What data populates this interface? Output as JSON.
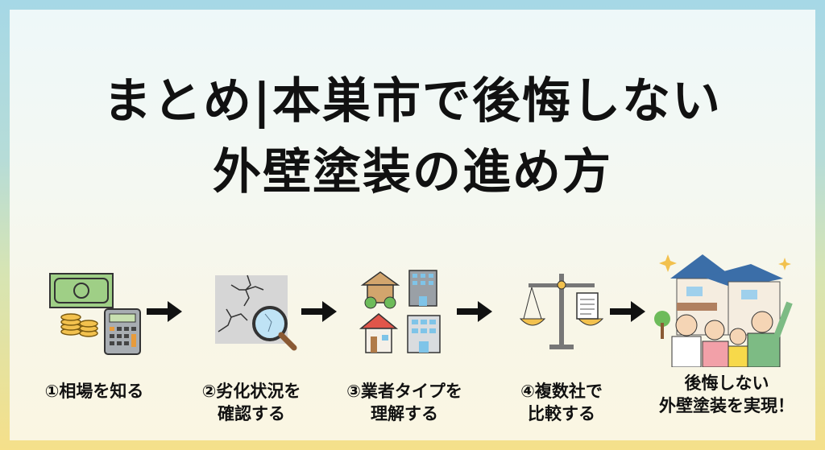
{
  "title": {
    "line1": "まとめ|本巣市で後悔しない",
    "line2": "外壁塗装の進め方"
  },
  "steps": [
    {
      "label_line1": "①相場を知る",
      "label_line2": "",
      "icon": "money-calculator-icon"
    },
    {
      "label_line1": "②劣化状況を",
      "label_line2": "確認する",
      "icon": "cracked-wall-magnifier-icon"
    },
    {
      "label_line1": "③業者タイプを",
      "label_line2": "理解する",
      "icon": "buildings-icon"
    },
    {
      "label_line1": "④複数社で",
      "label_line2": "比較する",
      "icon": "scale-document-icon"
    },
    {
      "label_line1": "後悔しない",
      "label_line2": "外壁塗装を実現！",
      "icon": "happy-family-house-icon"
    }
  ],
  "colors": {
    "border_top": "#a6d8e6",
    "border_bottom": "#f5e08a",
    "text": "#111111"
  }
}
